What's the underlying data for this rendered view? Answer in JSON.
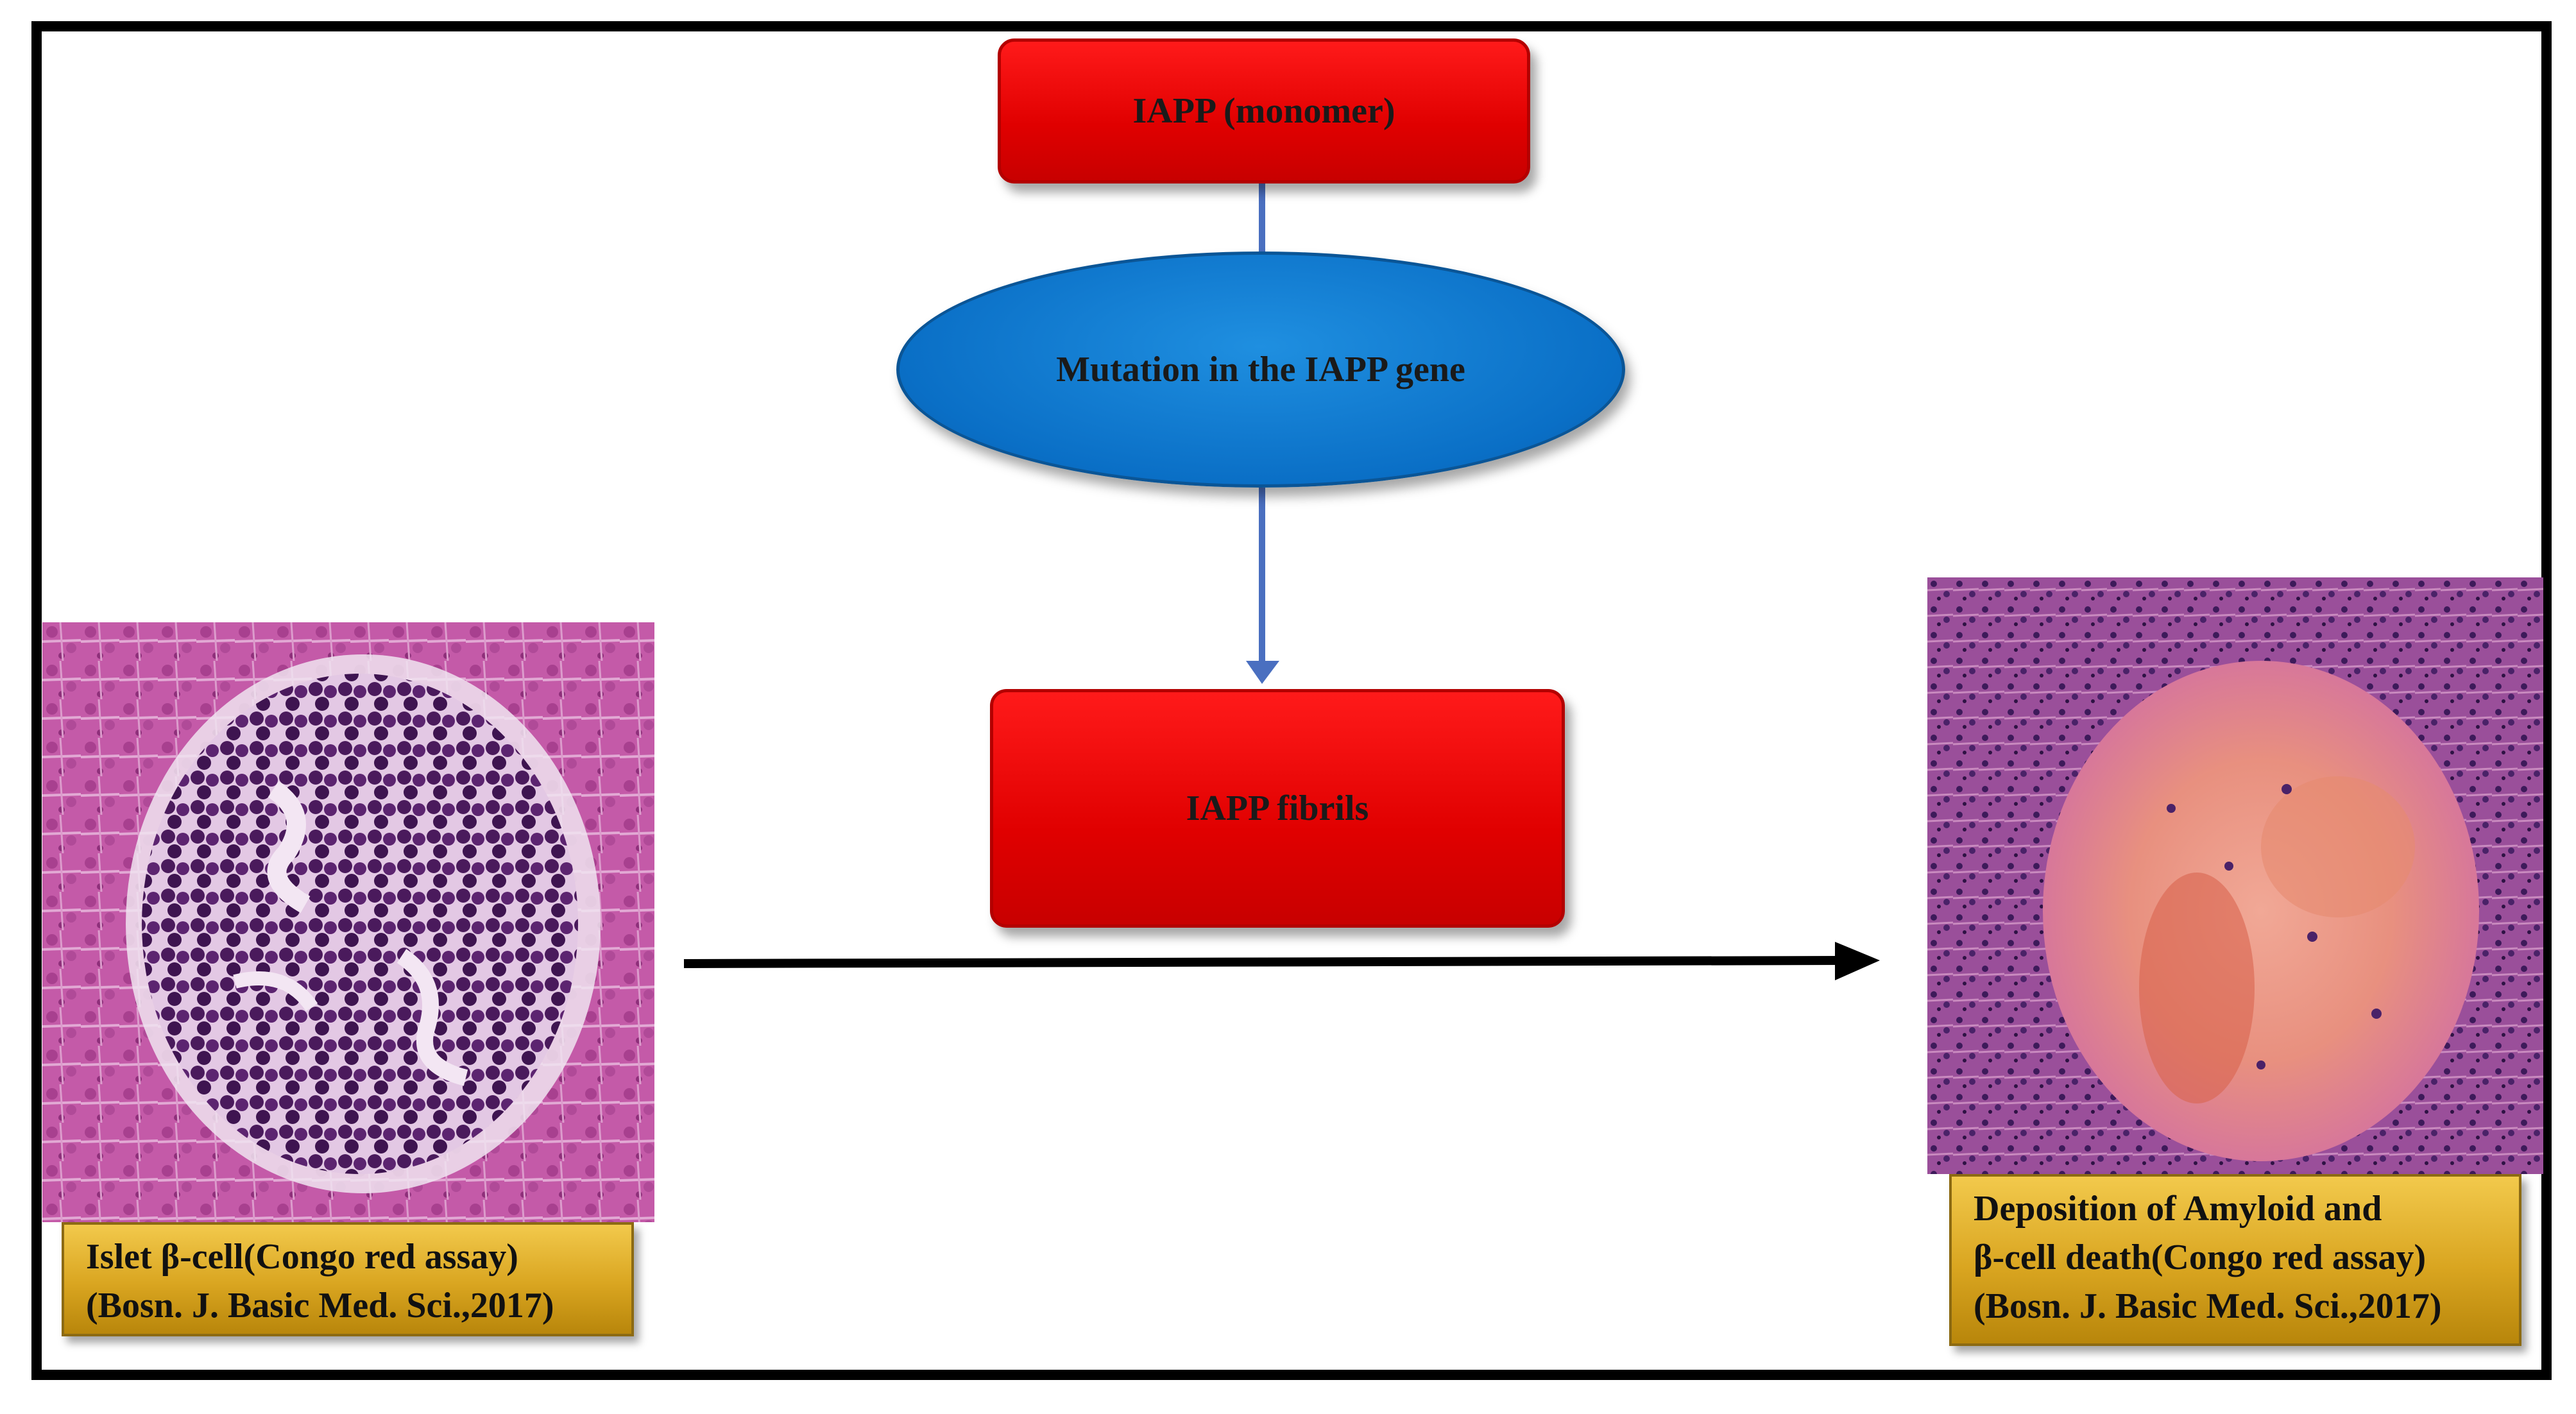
{
  "nodes": {
    "monomer": "IAPP (monomer)",
    "mutation": "Mutation in the IAPP gene",
    "fibrils": "IAPP fibrils"
  },
  "captions": {
    "left": {
      "line1": "Islet β-cell(Congo red assay)",
      "line2": "(Bosn. J. Basic Med. Sci.,2017)"
    },
    "right": {
      "line1": "Deposition of Amyloid  and",
      "line2": "β-cell death(Congo red assay)",
      "line3": "(Bosn. J. Basic Med. Sci.,2017)"
    }
  },
  "colors": {
    "process_box": "#e00000",
    "mutation_ellipse": "#0a6fc6",
    "caption_box": "#d9a520",
    "connector": "#4a6fc0",
    "main_arrow": "#000000"
  },
  "images": {
    "left": "islet-histology-micrograph",
    "right": "amyloid-deposition-histology-micrograph"
  }
}
